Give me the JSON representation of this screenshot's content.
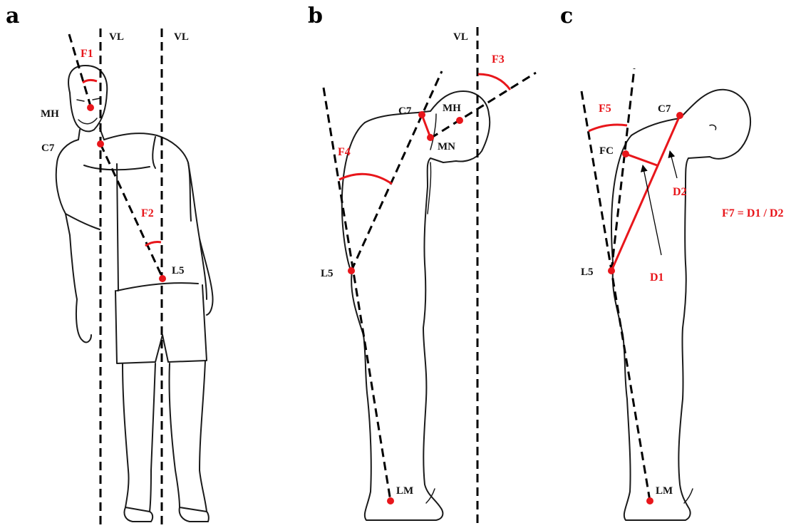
{
  "colors": {
    "accent": "#e8161b",
    "ink": "#000000"
  },
  "panels": {
    "a": {
      "letter": "a",
      "vl_left": "VL",
      "vl_right": "VL",
      "f1": "F1",
      "f2": "F2",
      "mh": "MH",
      "c7": "C7",
      "l5": "L5"
    },
    "b": {
      "letter": "b",
      "vl": "VL",
      "f3": "F3",
      "f4": "F4",
      "c7": "C7",
      "mh": "MH",
      "mn": "MN",
      "l5": "L5",
      "lm": "LM"
    },
    "c": {
      "letter": "c",
      "f5": "F5",
      "c7": "C7",
      "fc": "FC",
      "d1": "D1",
      "d2": "D2",
      "l5": "L5",
      "lm": "LM",
      "formula": "F7 = D1 / D2"
    }
  }
}
